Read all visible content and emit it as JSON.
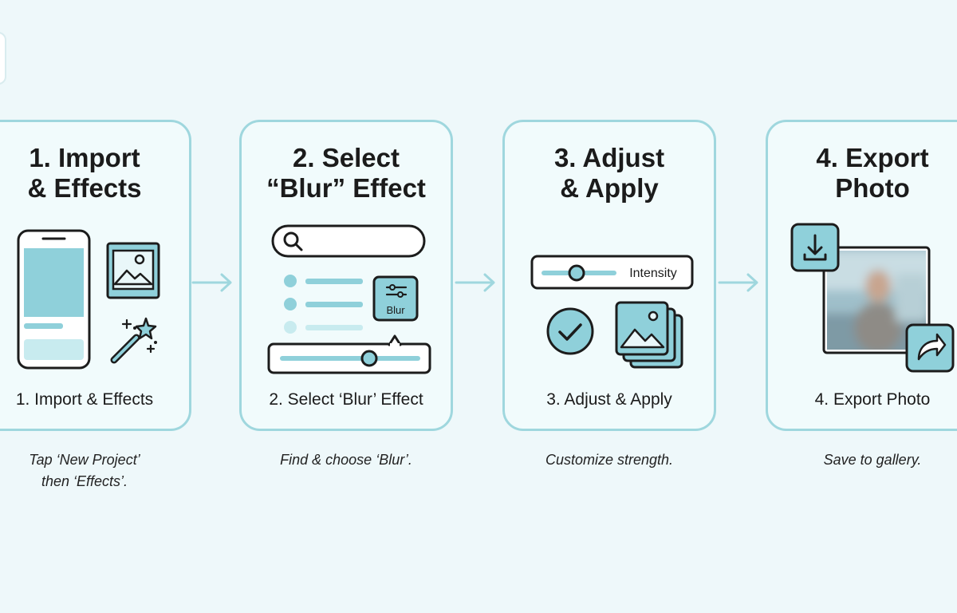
{
  "colors": {
    "accent": "#8fd0da",
    "accent_light": "#c8ebef",
    "stroke": "#1c1c1c",
    "card_border": "#9fd7de",
    "background": "#eef8fa"
  },
  "steps": [
    {
      "title": "1. Import\n& Effects",
      "label": "1. Import & Effects",
      "caption": "Tap ‘New Project’\nthen ‘Effects’.",
      "icons": [
        "phone-icon",
        "image-icon",
        "magic-wand-icon"
      ]
    },
    {
      "title": "2. Select\n“Blur” Effect",
      "label": "2. Select ‘Blur’ Effect",
      "caption": "Find & choose ‘Blur’.",
      "icons": [
        "search-icon",
        "filter-sliders-icon"
      ],
      "chip_label": "Blur"
    },
    {
      "title": "3. Adjust\n& Apply",
      "label": "3. Adjust & Apply",
      "caption": "Customize strength.",
      "icons": [
        "checkmark-icon",
        "stacked-images-icon"
      ],
      "slider_label": "Intensity"
    },
    {
      "title": "4. Export\nPhoto",
      "label": "4. Export Photo",
      "caption": "Save to gallery.",
      "icons": [
        "download-icon",
        "share-icon",
        "blurred-photo"
      ]
    }
  ],
  "connectors": [
    "arrow-right-icon",
    "arrow-right-icon",
    "arrow-right-icon"
  ]
}
